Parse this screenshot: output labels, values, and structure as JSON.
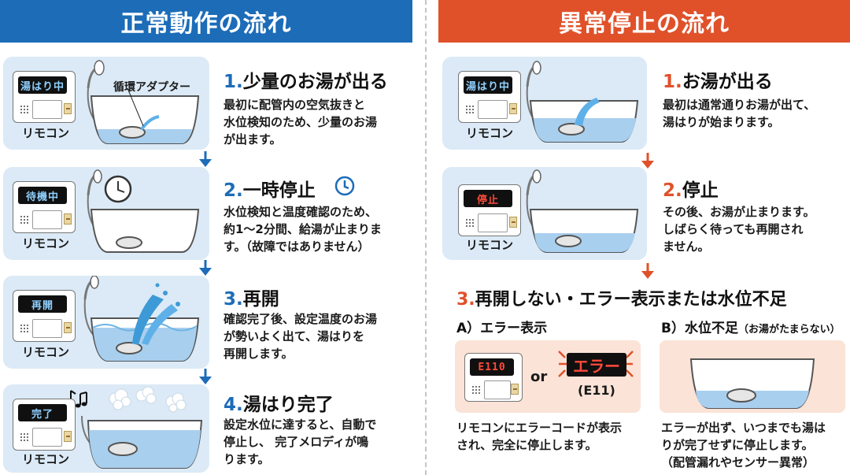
{
  "left_header": "正常動作の流れ",
  "right_header": "異常停止の流れ",
  "remote_label": "リモコン",
  "adapter_label": "循環アダプター",
  "normal_steps": [
    {
      "num": "1.",
      "title": "少量のお湯が出る",
      "screen": "湯はり中",
      "lines": [
        "最初に配管内の空気抜きと",
        "水位検知のため、少量のお湯",
        "が出ます。"
      ]
    },
    {
      "num": "2.",
      "title": "一時停止",
      "screen": "待機中",
      "lines": [
        "水位検知と温度確認のため、",
        "約1〜2分間、給湯が止まりま",
        "す。（故障ではありません）"
      ]
    },
    {
      "num": "3.",
      "title": "再開",
      "screen": "再開",
      "lines": [
        "確認完了後、設定温度のお湯",
        "が勢いよく出て、湯はりを",
        "再開します。"
      ]
    },
    {
      "num": "4.",
      "title": "湯はり完了",
      "screen": "完了",
      "lines": [
        "設定水位に達すると、自動で",
        "停止し、 完了メロディが鳴",
        "ります。"
      ]
    }
  ],
  "abnormal_steps": [
    {
      "num": "1.",
      "title": "お湯が出る",
      "screen": "湯はり中",
      "lines": [
        "最初は通常通りお湯が出て、",
        "湯はりが始まります。"
      ]
    },
    {
      "num": "2.",
      "title": "停止",
      "screen": "停止",
      "lines": [
        "その後、お湯が止まります。",
        "しばらく待っても再開され",
        "ません。"
      ]
    }
  ],
  "step3": {
    "num": "3.",
    "title": "再開しない・エラー表示または水位不足",
    "a_title": "A）エラー表示",
    "a_screen": "E110",
    "or": "or",
    "error_big": "エラー",
    "error_code": "(E11)",
    "a_lines": [
      "リモコンにエラーコードが表示",
      "され、完全に停止します。"
    ],
    "b_title": "B）水位不足",
    "b_note": "（お湯がたまらない）",
    "b_lines": [
      "エラーが出ず、いつまでも湯は",
      "りが完了せずに停止します。",
      "（配管漏れやセンサー異常）"
    ]
  },
  "colors": {
    "blue": "#1c6cb8",
    "orange": "#e0512a",
    "panel_blue": "#dbeaf6",
    "panel_pink": "#fbe3d7",
    "water": "#a9cfee"
  },
  "icons": [
    "shower-icon",
    "clock-icon",
    "music-note-icon",
    "steam-icon",
    "down-arrow-icon"
  ]
}
